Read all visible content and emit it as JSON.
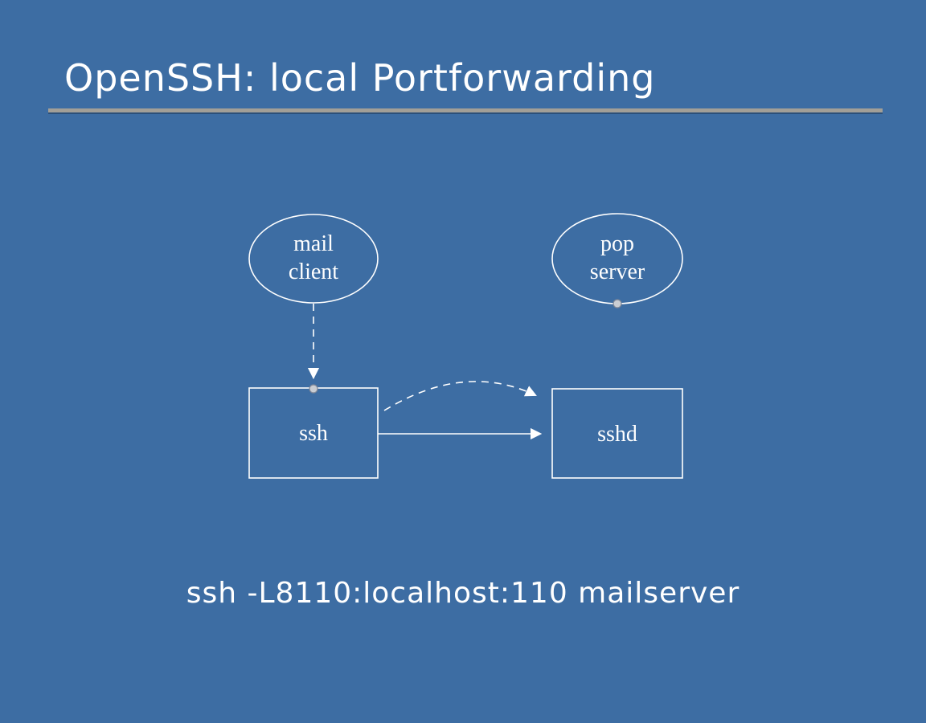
{
  "slide": {
    "title": "OpenSSH: local Portforwarding",
    "command": "ssh -L8110:localhost:110 mailserver"
  },
  "diagram": {
    "nodes": {
      "mail_client": {
        "line1": "mail",
        "line2": "client"
      },
      "pop_server": {
        "line1": "pop",
        "line2": "server"
      },
      "ssh": {
        "label": "ssh"
      },
      "sshd": {
        "label": "sshd"
      }
    },
    "connections": [
      {
        "from": "mail_client",
        "to": "ssh",
        "style": "dashed-arrow"
      },
      {
        "from": "ssh",
        "to": "sshd",
        "style": "dashed-curved-arrow"
      },
      {
        "from": "ssh",
        "to": "sshd",
        "style": "solid-arrow"
      }
    ]
  },
  "colors": {
    "background": "#3d6da3",
    "text": "#ffffff",
    "shape_stroke": "#ffffff",
    "title_underline": "#a29f97",
    "port_dot": "#c9cdd3"
  }
}
